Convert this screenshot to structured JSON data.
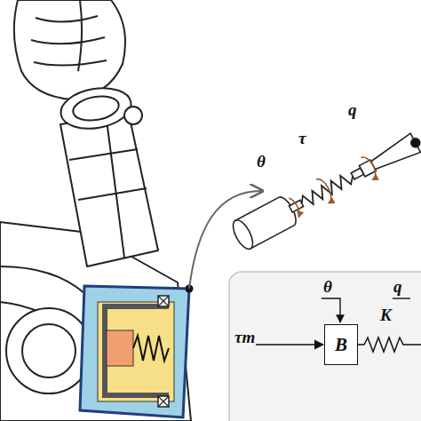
{
  "diagram": {
    "nodes": [
      {
        "text": [
          "B"
        ]
      }
    ],
    "labels": [
      "θ",
      "τ",
      "q",
      "θ",
      "q",
      "τm",
      "K"
    ]
  }
}
